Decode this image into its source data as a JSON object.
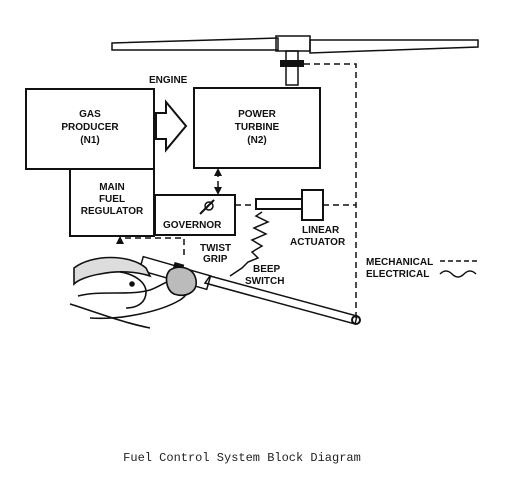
{
  "diagram": {
    "labels": {
      "engine": "ENGINE",
      "gas_producer_line1": "GAS",
      "gas_producer_line2": "PRODUCER",
      "gas_producer_line3": "(N1)",
      "power_turbine_line1": "POWER",
      "power_turbine_line2": "TURBINE",
      "power_turbine_line3": "(N2)",
      "main_fuel_line1": "MAIN",
      "main_fuel_line2": "FUEL",
      "main_fuel_line3": "REGULATOR",
      "governor": "GOVERNOR",
      "linear_line1": "LINEAR",
      "linear_line2": "ACTUATOR",
      "twist_line1": "TWIST",
      "twist_line2": "GRIP",
      "beep_line1": "BEEP",
      "beep_line2": "SWITCH",
      "legend_mechanical": "MECHANICAL",
      "legend_electrical": "ELECTRICAL"
    },
    "caption": "Fuel Control System Block Diagram"
  }
}
